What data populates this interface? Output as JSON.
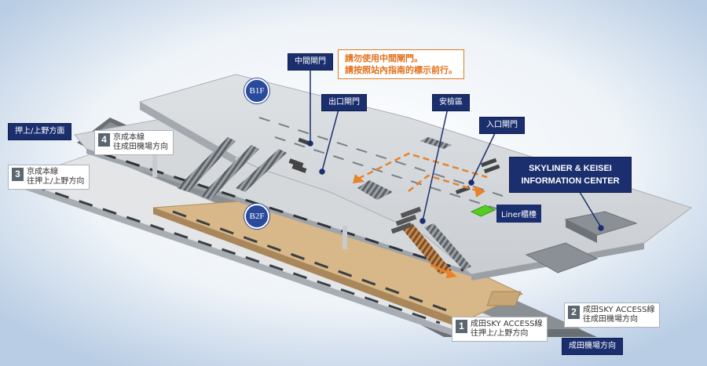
{
  "floors": {
    "b1": "B1F",
    "b2": "B2F"
  },
  "labels": {
    "mid_gate": "中間閘門",
    "exit_gate": "出口閘門",
    "security": "安檢區",
    "entry_gate": "入口閘門",
    "liner_ticket": "Liner櫃檯",
    "to_oshiage_ueno": "押上/上野方面",
    "to_narita_airport": "成田機場方向"
  },
  "warning": {
    "line1": "請勿使用中間閘門。",
    "line2": "請按照站內指南的標示前行。"
  },
  "info_center": {
    "line1": "SKYLINER & KEISEI",
    "line2": "INFORMATION CENTER"
  },
  "platforms": [
    {
      "num": "1",
      "line1": "成田SKY ACCESS線",
      "line2": "往押上/上野方向"
    },
    {
      "num": "2",
      "line1": "成田SKY ACCESS線",
      "line2": "往成田機場方向"
    },
    {
      "num": "3",
      "line1": "京成本線",
      "line2": "往押上/上野方向"
    },
    {
      "num": "4",
      "line1": "京成本線",
      "line2": "往成田機場方向"
    }
  ],
  "colors": {
    "navy": "#1b2f6e",
    "orange": "#e8822a",
    "green": "#55cc22",
    "track_floor": "#d8b888",
    "concourse": "#cfd3d7"
  }
}
